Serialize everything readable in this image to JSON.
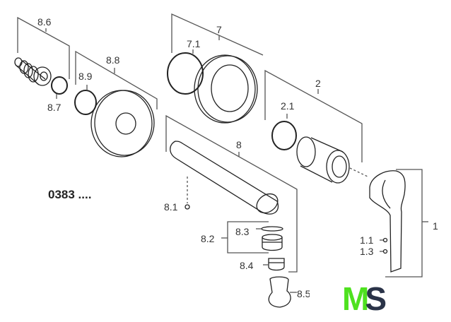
{
  "diagram": {
    "type": "exploded-parts-diagram",
    "model_code": "0383 ....",
    "labels": {
      "p8_6": "8.6",
      "p8_7": "8.7",
      "p8_8": "8.8",
      "p8_9": "8.9",
      "p7": "7",
      "p7_1": "7.1",
      "p8": "8",
      "p8_1": "8.1",
      "p2": "2",
      "p2_1": "2.1",
      "p1": "1",
      "p1_1": "1.1",
      "p1_3": "1.3",
      "p8_2": "8.2",
      "p8_3": "8.3",
      "p8_4": "8.4",
      "p8_5": "8.5"
    }
  },
  "logo": {
    "m": "M",
    "s": "S",
    "colors": {
      "m": "#4ee11f",
      "s": "#2a3348"
    }
  }
}
